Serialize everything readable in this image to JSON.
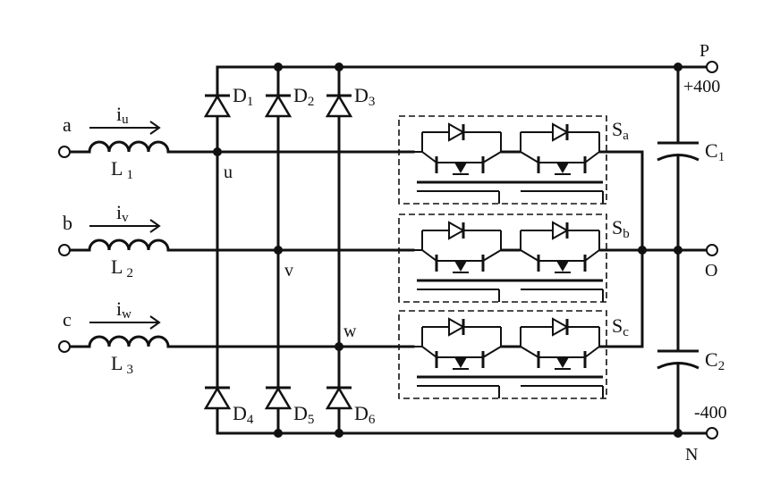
{
  "inputs": [
    {
      "terminal": "a",
      "current": "i",
      "current_sub": "u",
      "inductor": "L",
      "inductor_sub": "1",
      "node": "u"
    },
    {
      "terminal": "b",
      "current": "i",
      "current_sub": "v",
      "inductor": "L",
      "inductor_sub": "2",
      "node": "v"
    },
    {
      "terminal": "c",
      "current": "i",
      "current_sub": "w",
      "inductor": "L",
      "inductor_sub": "3",
      "node": "w"
    }
  ],
  "diodes_top": [
    {
      "letter": "D",
      "sub": "1"
    },
    {
      "letter": "D",
      "sub": "2"
    },
    {
      "letter": "D",
      "sub": "3"
    }
  ],
  "diodes_bottom": [
    {
      "letter": "D",
      "sub": "4"
    },
    {
      "letter": "D",
      "sub": "5"
    },
    {
      "letter": "D",
      "sub": "6"
    }
  ],
  "switches": [
    {
      "letter": "S",
      "sub": "a"
    },
    {
      "letter": "S",
      "sub": "b"
    },
    {
      "letter": "S",
      "sub": "c"
    }
  ],
  "capacitors": [
    {
      "letter": "C",
      "sub": "1"
    },
    {
      "letter": "C",
      "sub": "2"
    }
  ],
  "rails": {
    "positive_name": "P",
    "positive_voltage": "+400",
    "mid_name": "O",
    "negative_name": "N",
    "negative_voltage": "-400"
  }
}
